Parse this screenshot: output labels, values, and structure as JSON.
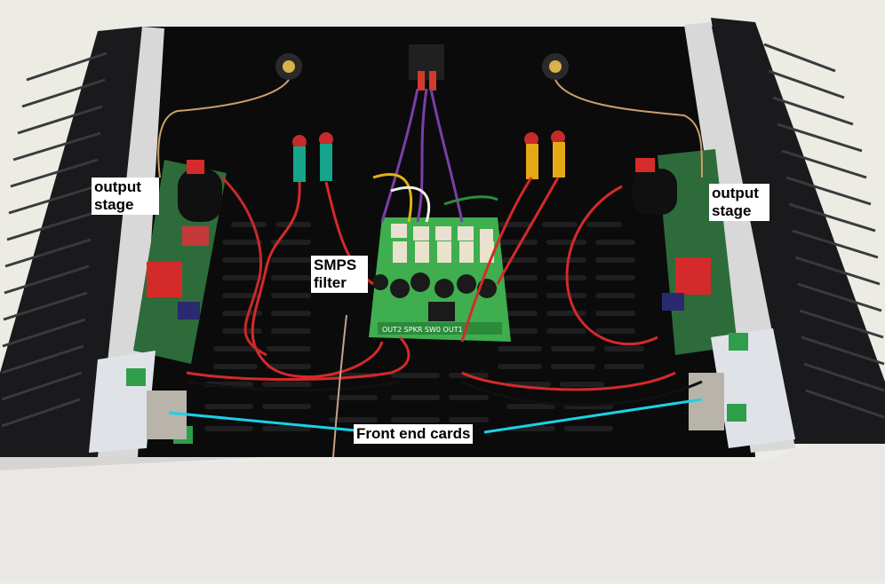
{
  "photo": {
    "labels": {
      "output_left": "output stage",
      "output_right": "output stage",
      "smps": "SMPS filter",
      "front_end": "Front end cards"
    },
    "callout_color": "#19d3e6",
    "board_text": {
      "smps_terminals": "OUT2 SPKR SW0 OUT1"
    }
  }
}
